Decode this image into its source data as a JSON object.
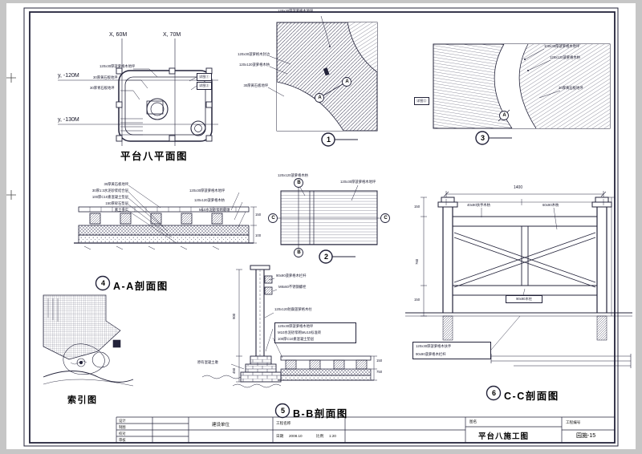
{
  "colors": {
    "paper": "#ffffff",
    "background": "#c6c6c6",
    "line": "#23233a",
    "text": "#18182e"
  },
  "plan": {
    "title": "平台八平面图",
    "axis_x1": "X, 60M",
    "axis_x2": "X, 70M",
    "axis_y1": "y, -120M",
    "axis_y2": "y, -130M",
    "note1": "120x30厚菠萝格木地坪",
    "note2": "30厚黄石板地坪",
    "note3": "30厚青石板地坪",
    "tag1": "详图①",
    "tag2": "详图③"
  },
  "detail1": {
    "bubble": "1",
    "cut": "A",
    "note_top": "120x30厚菠萝格木地坪",
    "note_left1": "120x30菠萝格木封边",
    "note_left2": "120x120菠萝格木枋",
    "note_left3": "30厚黄石板地坪"
  },
  "detail3": {
    "bubble": "3",
    "cut": "A",
    "tag": "详图②",
    "note1": "100x30厚菠萝格木地坪",
    "note2": "120x120菠萝格木枋",
    "note3": "30厚黄石板地坪"
  },
  "detail2": {
    "bubble": "2",
    "cut_b": "B",
    "cut_c": "C",
    "note1": "120x120菠萝格木枋",
    "note2": "120x30厚菠萝格木地坪"
  },
  "sectionAA": {
    "bubble": "4",
    "title": "A-A剖面图",
    "notes_left": [
      "30厚黄石板地坪",
      "30厚1:3水泥砂浆结合层",
      "100厚C10素混凝土垫层",
      "150厚碎石垫层",
      "素土夯实"
    ],
    "notes_right": [
      "120x30厚菠萝格木地坪",
      "120x120菠萝格木枋",
      "M10水泥砂浆砌砖墩"
    ],
    "dims": [
      "150",
      "100"
    ]
  },
  "index": {
    "title": "索引图"
  },
  "sectionBB": {
    "bubble": "5",
    "title": "B-B剖面图",
    "note1": "90x90菠萝格木栏杆",
    "note2": "M8x60不锈钢螺栓",
    "note3": "120x120防腐菠萝格木柱",
    "note4": "原有混凝土墩",
    "box_notes": [
      "120x30厚菠萝格木地坪",
      "M10水泥砂浆砌MU10标准砖",
      "100厚C10素混凝土垫层"
    ],
    "dims_left": [
      "900",
      "450"
    ],
    "dims_right": [
      "150",
      "750"
    ]
  },
  "sectionCC": {
    "bubble": "6",
    "title": "C-C剖面图",
    "dim_total": "1400",
    "member_left": "40x90扶手木枋",
    "member_right": "60x90木枋",
    "member_center": "90x90木柱",
    "dims_left": [
      "150",
      "760",
      "150"
    ],
    "box_notes": [
      "120x30厚菠萝格木扶手",
      "90x90菠萝格木栏杆"
    ]
  },
  "titleblock": {
    "rows": [
      "设计",
      "制图",
      "校对",
      "审核"
    ],
    "unit_label": "建设单位",
    "project_label": "工程名称",
    "date_label": "日期",
    "date_value": "2008.10",
    "scale_label": "比例",
    "scale_value": "1:20",
    "name_label": "图名",
    "name_value": "平台八施工图",
    "no_label": "工程编号",
    "no_value": "园施-15"
  }
}
